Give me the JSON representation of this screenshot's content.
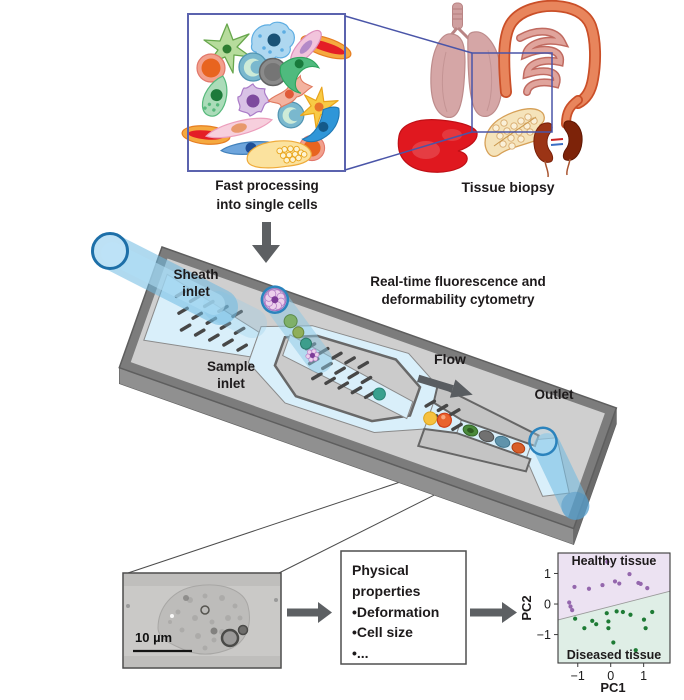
{
  "top_row": {
    "cells_box_caption": [
      "Fast processing",
      "into single cells"
    ],
    "organs_caption": "Tissue biopsy"
  },
  "chip": {
    "labels": {
      "sheath_inlet": [
        "Sheath",
        "inlet"
      ],
      "sample_inlet": [
        "Sample",
        "inlet"
      ],
      "title": [
        "Real-time fluorescence and",
        "deformability cytometry"
      ],
      "flow": "Flow",
      "outlet": "Outlet"
    }
  },
  "bottom_row": {
    "cell_image_scalebar": "10 µm",
    "properties_box": {
      "title": [
        "Physical",
        "properties"
      ],
      "items": [
        "•Deformation",
        "•Cell size",
        "•..."
      ]
    }
  },
  "colors": {
    "arrow_gray": "#5d6063",
    "connector_blue": "#4a55a8",
    "chip_top": "#cfcfcf",
    "chip_rim": "#7c7c7c",
    "channel_blue": "#d9effa",
    "tube_blue": "#2b83bd",
    "healthy_region": "#ece2f2",
    "diseased_region": "#dfeee6",
    "healthy_dot": "#9467ad",
    "diseased_dot": "#1e7b35"
  },
  "chart_data": {
    "type": "scatter",
    "title": "",
    "xlabel": "PC1",
    "ylabel": "PC2",
    "xlim": [
      -1.6,
      1.8
    ],
    "ylim": [
      -1.93,
      1.67
    ],
    "xticks": [
      -1,
      0,
      1
    ],
    "yticks": [
      -1,
      0,
      1
    ],
    "grid": false,
    "legend": "none",
    "regions": [
      {
        "name": "Healthy tissue",
        "fill": "#ece2f2"
      },
      {
        "name": "Diseased tissue",
        "fill": "#dfeee6"
      }
    ],
    "boundary_line": {
      "x": [
        -1.6,
        1.8
      ],
      "y": [
        -0.52,
        0.42
      ]
    },
    "series": [
      {
        "name": "Healthy tissue",
        "color": "#9467ad",
        "points": [
          [
            -1.26,
            0.05
          ],
          [
            -1.22,
            -0.08
          ],
          [
            -1.17,
            -0.2
          ],
          [
            -1.1,
            0.56
          ],
          [
            -0.66,
            0.5
          ],
          [
            -0.25,
            0.62
          ],
          [
            -0.1,
            1.38
          ],
          [
            0.13,
            0.74
          ],
          [
            0.26,
            0.67
          ],
          [
            0.57,
            0.98
          ],
          [
            0.84,
            0.69
          ],
          [
            0.91,
            0.66
          ],
          [
            1.11,
            0.52
          ]
        ]
      },
      {
        "name": "Diseased tissue",
        "color": "#1e7b35",
        "points": [
          [
            -1.08,
            -0.48
          ],
          [
            -0.8,
            -0.79
          ],
          [
            -0.56,
            -0.55
          ],
          [
            -0.44,
            -0.66
          ],
          [
            -0.12,
            -0.3
          ],
          [
            -0.07,
            -0.57
          ],
          [
            -0.07,
            -0.79
          ],
          [
            0.08,
            -1.26
          ],
          [
            0.18,
            -0.24
          ],
          [
            0.37,
            -0.26
          ],
          [
            0.6,
            -0.35
          ],
          [
            0.76,
            -1.51
          ],
          [
            1.01,
            -0.51
          ],
          [
            1.06,
            -0.79
          ],
          [
            1.26,
            -0.26
          ]
        ]
      }
    ]
  }
}
